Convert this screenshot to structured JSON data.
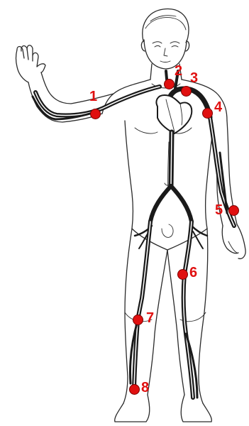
{
  "colors": {
    "marker": "#e01010",
    "artery": "#1a1a1a",
    "outline": "#2a2a2a",
    "background": "#ffffff"
  },
  "figure": {
    "subject": "human-body-arterial-system",
    "pulse_points": [
      {
        "label": "1"
      },
      {
        "label": "2"
      },
      {
        "label": "3"
      },
      {
        "label": "4"
      },
      {
        "label": "5"
      },
      {
        "label": "6"
      },
      {
        "label": "7"
      },
      {
        "label": "8"
      }
    ]
  }
}
